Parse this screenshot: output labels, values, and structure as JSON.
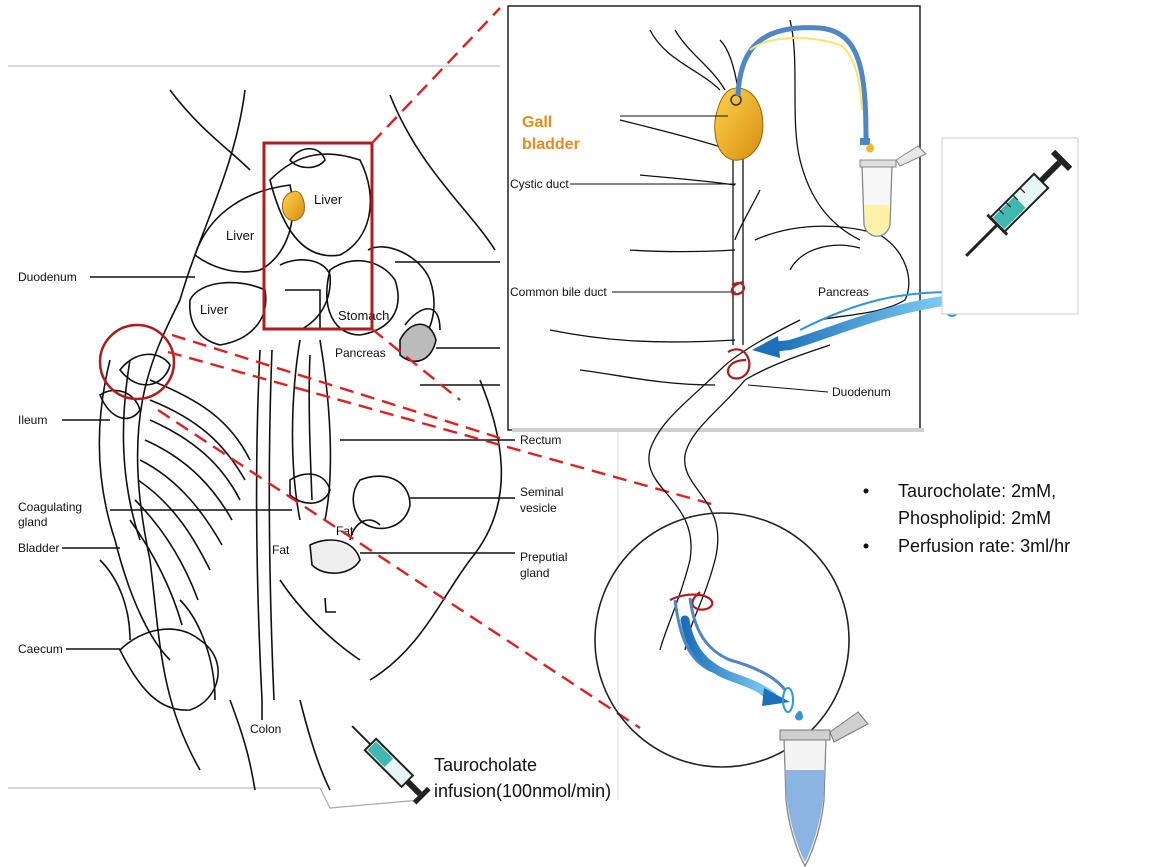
{
  "anatomy_labels": {
    "liver_center": "Liver",
    "liver_left": "Liver",
    "liver_lower": "Liver",
    "stomach": "Stomach",
    "pancreas": "Pancreas",
    "duodenum": "Duodenum",
    "ileum": "Ileum",
    "coagulating_gland": [
      "Coagulating",
      "gland"
    ],
    "bladder": "Bladder",
    "caecum": "Caecum",
    "colon": "Colon",
    "rectum": "Rectum",
    "seminal_vesicle": [
      "Seminal",
      "vesicle"
    ],
    "preputial_gland": [
      "Preputial",
      "gland"
    ],
    "fat_right": "Fat",
    "fat_left": "Fat"
  },
  "inset_labels": {
    "gall_bladder": [
      "Gall",
      "bladder"
    ],
    "cystic_duct": "Cystic duct",
    "common_bile_duct": "Common bile duct",
    "pancreas": "Pancreas",
    "duodenum": "Duodenum"
  },
  "infusion": {
    "title": "Taurocholate",
    "rate": "infusion(100nmol/min)"
  },
  "conditions": [
    [
      "Taurocholate: 2mM,",
      "Phospholipid: 2mM"
    ],
    [
      "Perfusion rate: 3ml/hr"
    ]
  ],
  "colors": {
    "highlight_red": "#b01c1c",
    "dashed_red": "#e02020",
    "gall_orange": "#e98a1c",
    "gall_fill": "#f2b91f",
    "tube_blue": "#4f86c6",
    "flow_blue": "#2f95dc",
    "syringe_teal": "#3fb8b0"
  },
  "icons": [
    "syringe-icon",
    "microtube-icon",
    "ligature-knot-icon",
    "flow-arrow-icon"
  ]
}
